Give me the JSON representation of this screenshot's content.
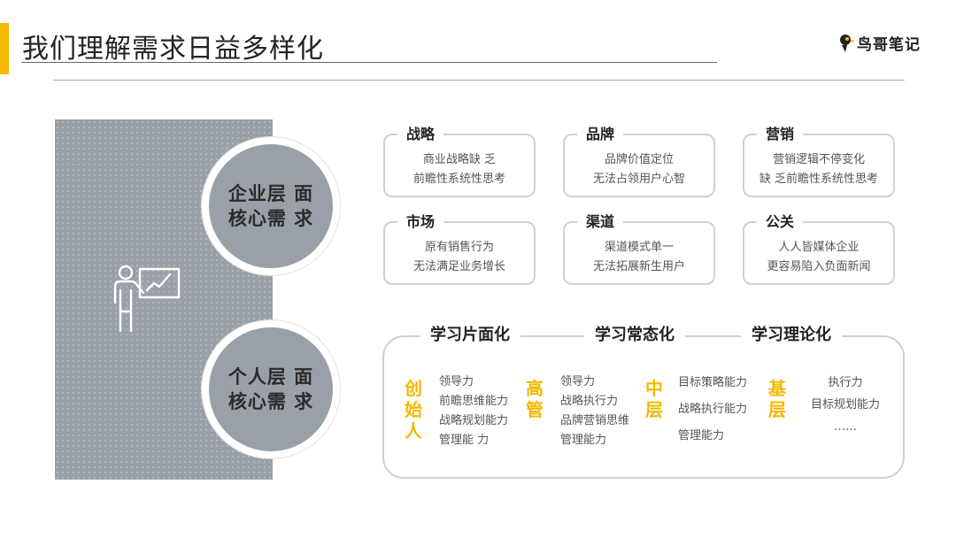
{
  "header": {
    "title": "我们理解需求日益多样化",
    "logo_text": "鸟哥笔记",
    "accent_color": "#f5b800"
  },
  "left": {
    "icon": "presenter-icon",
    "enterprise_circle": "企业层 面\n核心需 求",
    "personal_circle": "个人层 面\n核心需 求"
  },
  "enterprise_cards": [
    {
      "title": "战略",
      "lines": [
        "商业战略缺 乏",
        "前瞻性系统性思考"
      ]
    },
    {
      "title": "品牌",
      "lines": [
        "品牌价值定位",
        "无法占领用户心智"
      ]
    },
    {
      "title": "营销",
      "lines": [
        "营销逻辑不停变化",
        "缺 乏前瞻性系统性思考"
      ]
    },
    {
      "title": "市场",
      "lines": [
        "原有销售行为",
        "无法满足业务增长"
      ]
    },
    {
      "title": "渠道",
      "lines": [
        "渠道模式单一",
        "无法拓展新生用户"
      ]
    },
    {
      "title": "公关",
      "lines": [
        "人人皆媒体企业",
        "更容易陷入负面新闻"
      ]
    }
  ],
  "learning": {
    "headers": [
      "学习片面化",
      "学习常态化",
      "学习理论化"
    ],
    "roles": [
      {
        "name": "创始人",
        "skills": [
          "领导力",
          "前瞻思维能力",
          "战略规划能力",
          "管理能 力"
        ]
      },
      {
        "name": "高管",
        "skills": [
          "领导力",
          "战略执行力",
          "品牌营销思维",
          "管理能力"
        ]
      },
      {
        "name": "中层",
        "skills": [
          "目标策略能力",
          "战略执行能力",
          "管理能力"
        ]
      },
      {
        "name": "基层",
        "skills": [
          "执行力",
          "目标规划能力",
          "……"
        ]
      }
    ]
  }
}
